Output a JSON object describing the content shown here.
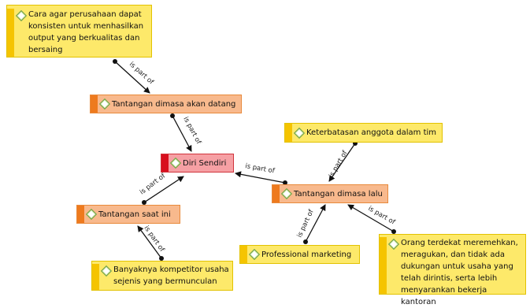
{
  "nodes": {
    "cara_agar": "Cara agar perusahaan dapat\nkonsisten untuk menhasilkan\noutput yang berkualitas dan\nbersaing",
    "tantangan_akan_datang": "Tantangan dimasa akan datang",
    "diri_sendiri": "Diri Sendiri",
    "tantangan_saat_ini": "Tantangan saat ini",
    "banyaknya_kompetitor": "Banyaknya kompetitor usaha\nsejenis yang bermunculan",
    "keterbatasan_anggota": "Keterbatasan anggota dalam tim",
    "tantangan_dimasa_lalu": "Tantangan dimasa lalu",
    "professional_marketing": "Professional marketing",
    "orang_terdekat": "Orang terdekat meremehkan,\nmeragukan, dan tidak ada\ndukungan untuk usaha yang\ntelah dirintis, serta lebih\nmenyarankan bekerja kantoran"
  },
  "edges": {
    "label": "is part of"
  },
  "colors": {
    "yellow": "#fde96a",
    "orange": "#f8b98d",
    "red": "#f6a0a4"
  }
}
